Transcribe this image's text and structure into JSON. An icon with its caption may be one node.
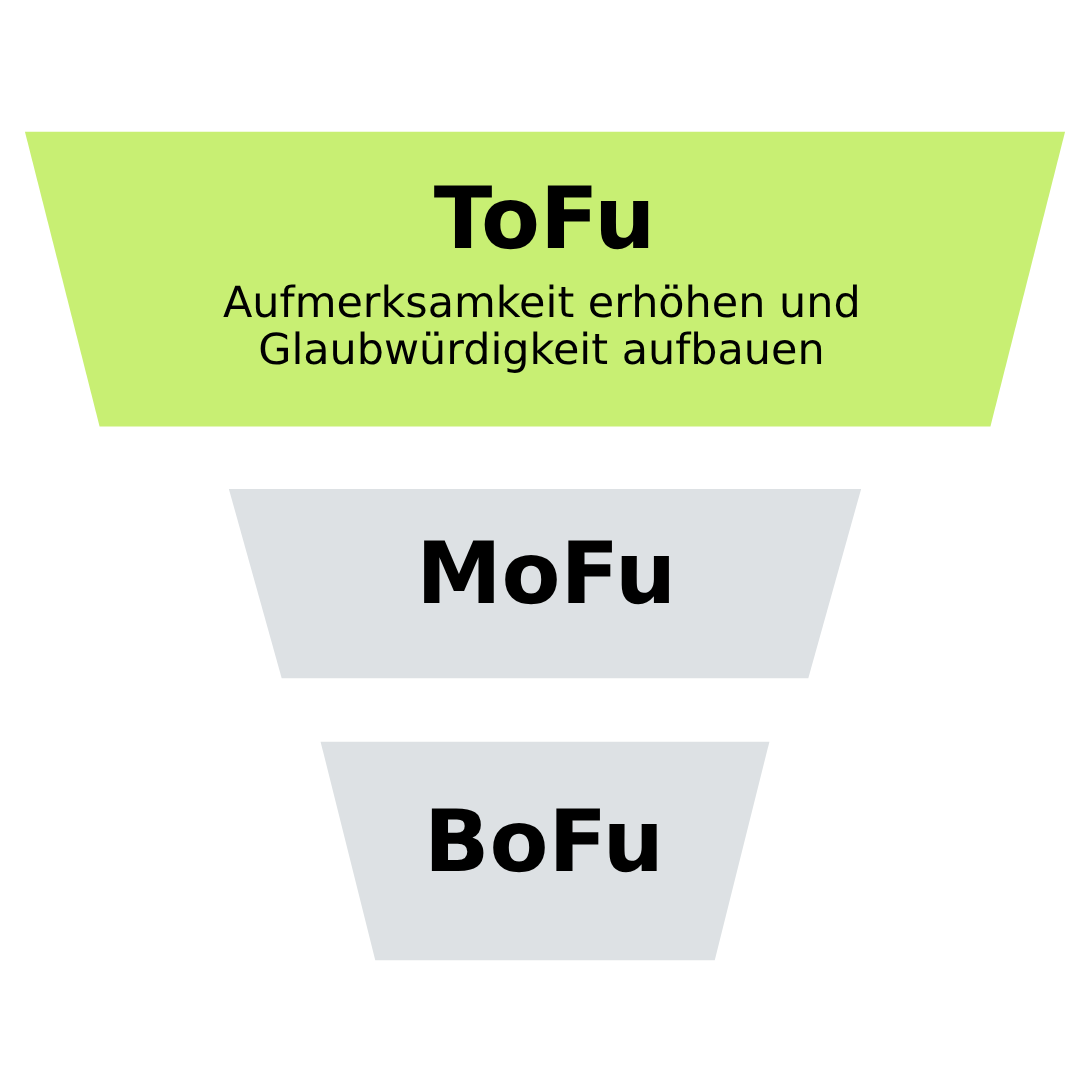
{
  "diagram": {
    "nodes": [
      {
        "text": [
          "ToFu",
          "Aufmerksamkeit erhöhen und Glaubwürdigkeit aufbauen"
        ]
      },
      {
        "text": [
          "MoFu"
        ]
      },
      {
        "text": [
          "BoFu"
        ]
      }
    ]
  }
}
